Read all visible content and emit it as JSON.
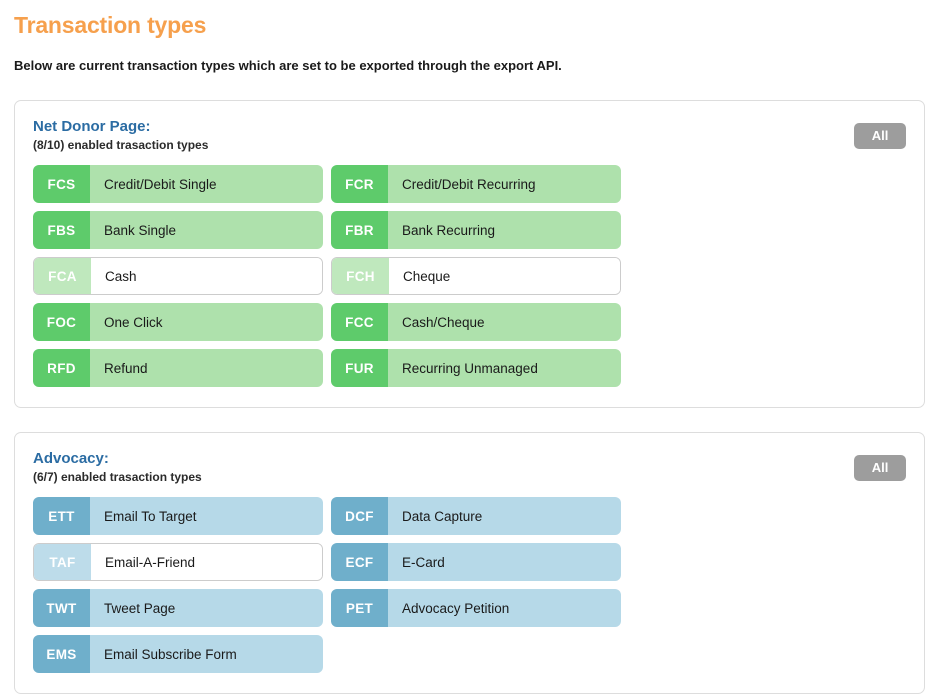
{
  "header": {
    "title": "Transaction types",
    "intro": "Below are current transaction types which are set to be exported through the export API.",
    "title_color": "#F6A04D"
  },
  "sections": [
    {
      "id": "net-donor-page",
      "title": "Net Donor Page:",
      "subtitle": "(8/10) enabled trasaction types",
      "enabled_count": 8,
      "total_count": 10,
      "all_label": "All",
      "theme": "green",
      "enabled_code_color": "#5ECB6B",
      "enabled_body_color": "#AEE1AC",
      "disabled_code_color": "#BFE8BD",
      "items": [
        {
          "code": "FCS",
          "label": "Credit/Debit Single",
          "enabled": true
        },
        {
          "code": "FCR",
          "label": "Credit/Debit Recurring",
          "enabled": true
        },
        {
          "code": "FBS",
          "label": "Bank Single",
          "enabled": true
        },
        {
          "code": "FBR",
          "label": "Bank Recurring",
          "enabled": true
        },
        {
          "code": "FCA",
          "label": "Cash",
          "enabled": false
        },
        {
          "code": "FCH",
          "label": "Cheque",
          "enabled": false
        },
        {
          "code": "FOC",
          "label": "One Click",
          "enabled": true
        },
        {
          "code": "FCC",
          "label": "Cash/Cheque",
          "enabled": true
        },
        {
          "code": "RFD",
          "label": "Refund",
          "enabled": true
        },
        {
          "code": "FUR",
          "label": "Recurring Unmanaged",
          "enabled": true
        }
      ]
    },
    {
      "id": "advocacy",
      "title": "Advocacy:",
      "subtitle": "(6/7) enabled trasaction types",
      "enabled_count": 6,
      "total_count": 7,
      "all_label": "All",
      "theme": "blue",
      "enabled_code_color": "#6FAFCB",
      "enabled_body_color": "#B6D9E8",
      "disabled_code_color": "#BDDCEA",
      "items": [
        {
          "code": "ETT",
          "label": "Email To Target",
          "enabled": true
        },
        {
          "code": "DCF",
          "label": "Data Capture",
          "enabled": true
        },
        {
          "code": "TAF",
          "label": "Email-A-Friend",
          "enabled": false
        },
        {
          "code": "ECF",
          "label": "E-Card",
          "enabled": true
        },
        {
          "code": "TWT",
          "label": "Tweet Page",
          "enabled": true
        },
        {
          "code": "PET",
          "label": "Advocacy Petition",
          "enabled": true
        },
        {
          "code": "EMS",
          "label": "Email Subscribe Form",
          "enabled": true
        }
      ]
    }
  ],
  "theme": {
    "panel_border": "#dddddd",
    "all_button_bg": "#9D9D9D",
    "section_title_color": "#2B6CA3"
  }
}
